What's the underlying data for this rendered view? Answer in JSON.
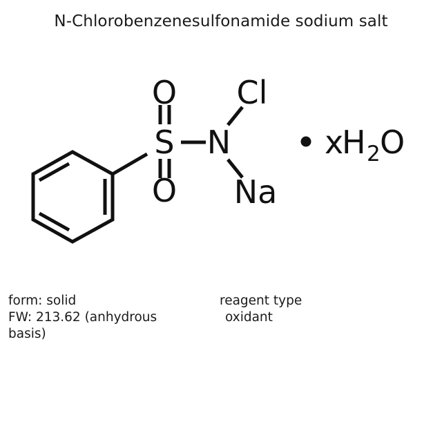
{
  "title": "N-Chlorobenzenesulfonamide sodium salt",
  "colors": {
    "background": "#ffffff",
    "ink": "#111111",
    "text": "#1a1a1a"
  },
  "structure": {
    "name": "N-Chlorobenzenesulfonamide sodium salt skeletal formula",
    "atoms": {
      "sulfur": "S",
      "nitrogen": "N",
      "oxygen_top": "O",
      "oxygen_bottom": "O",
      "chlorine": "Cl",
      "sodium": "Na"
    },
    "ring": {
      "name": "benzene-ring",
      "type": "phenyl",
      "double_bonds": 3
    },
    "hydrate": {
      "bullet": "•",
      "prefix": "x",
      "element_h": "H",
      "subscript": "2",
      "element_o": "O",
      "full": "• xH2O"
    }
  },
  "properties": {
    "left": {
      "form_line": "form: solid",
      "fw_line_1": "FW: 213.62 (anhydrous",
      "fw_line_2": "basis)"
    },
    "right": {
      "reagent_type_label": "reagent type",
      "reagent_type_value": "oxidant"
    }
  }
}
